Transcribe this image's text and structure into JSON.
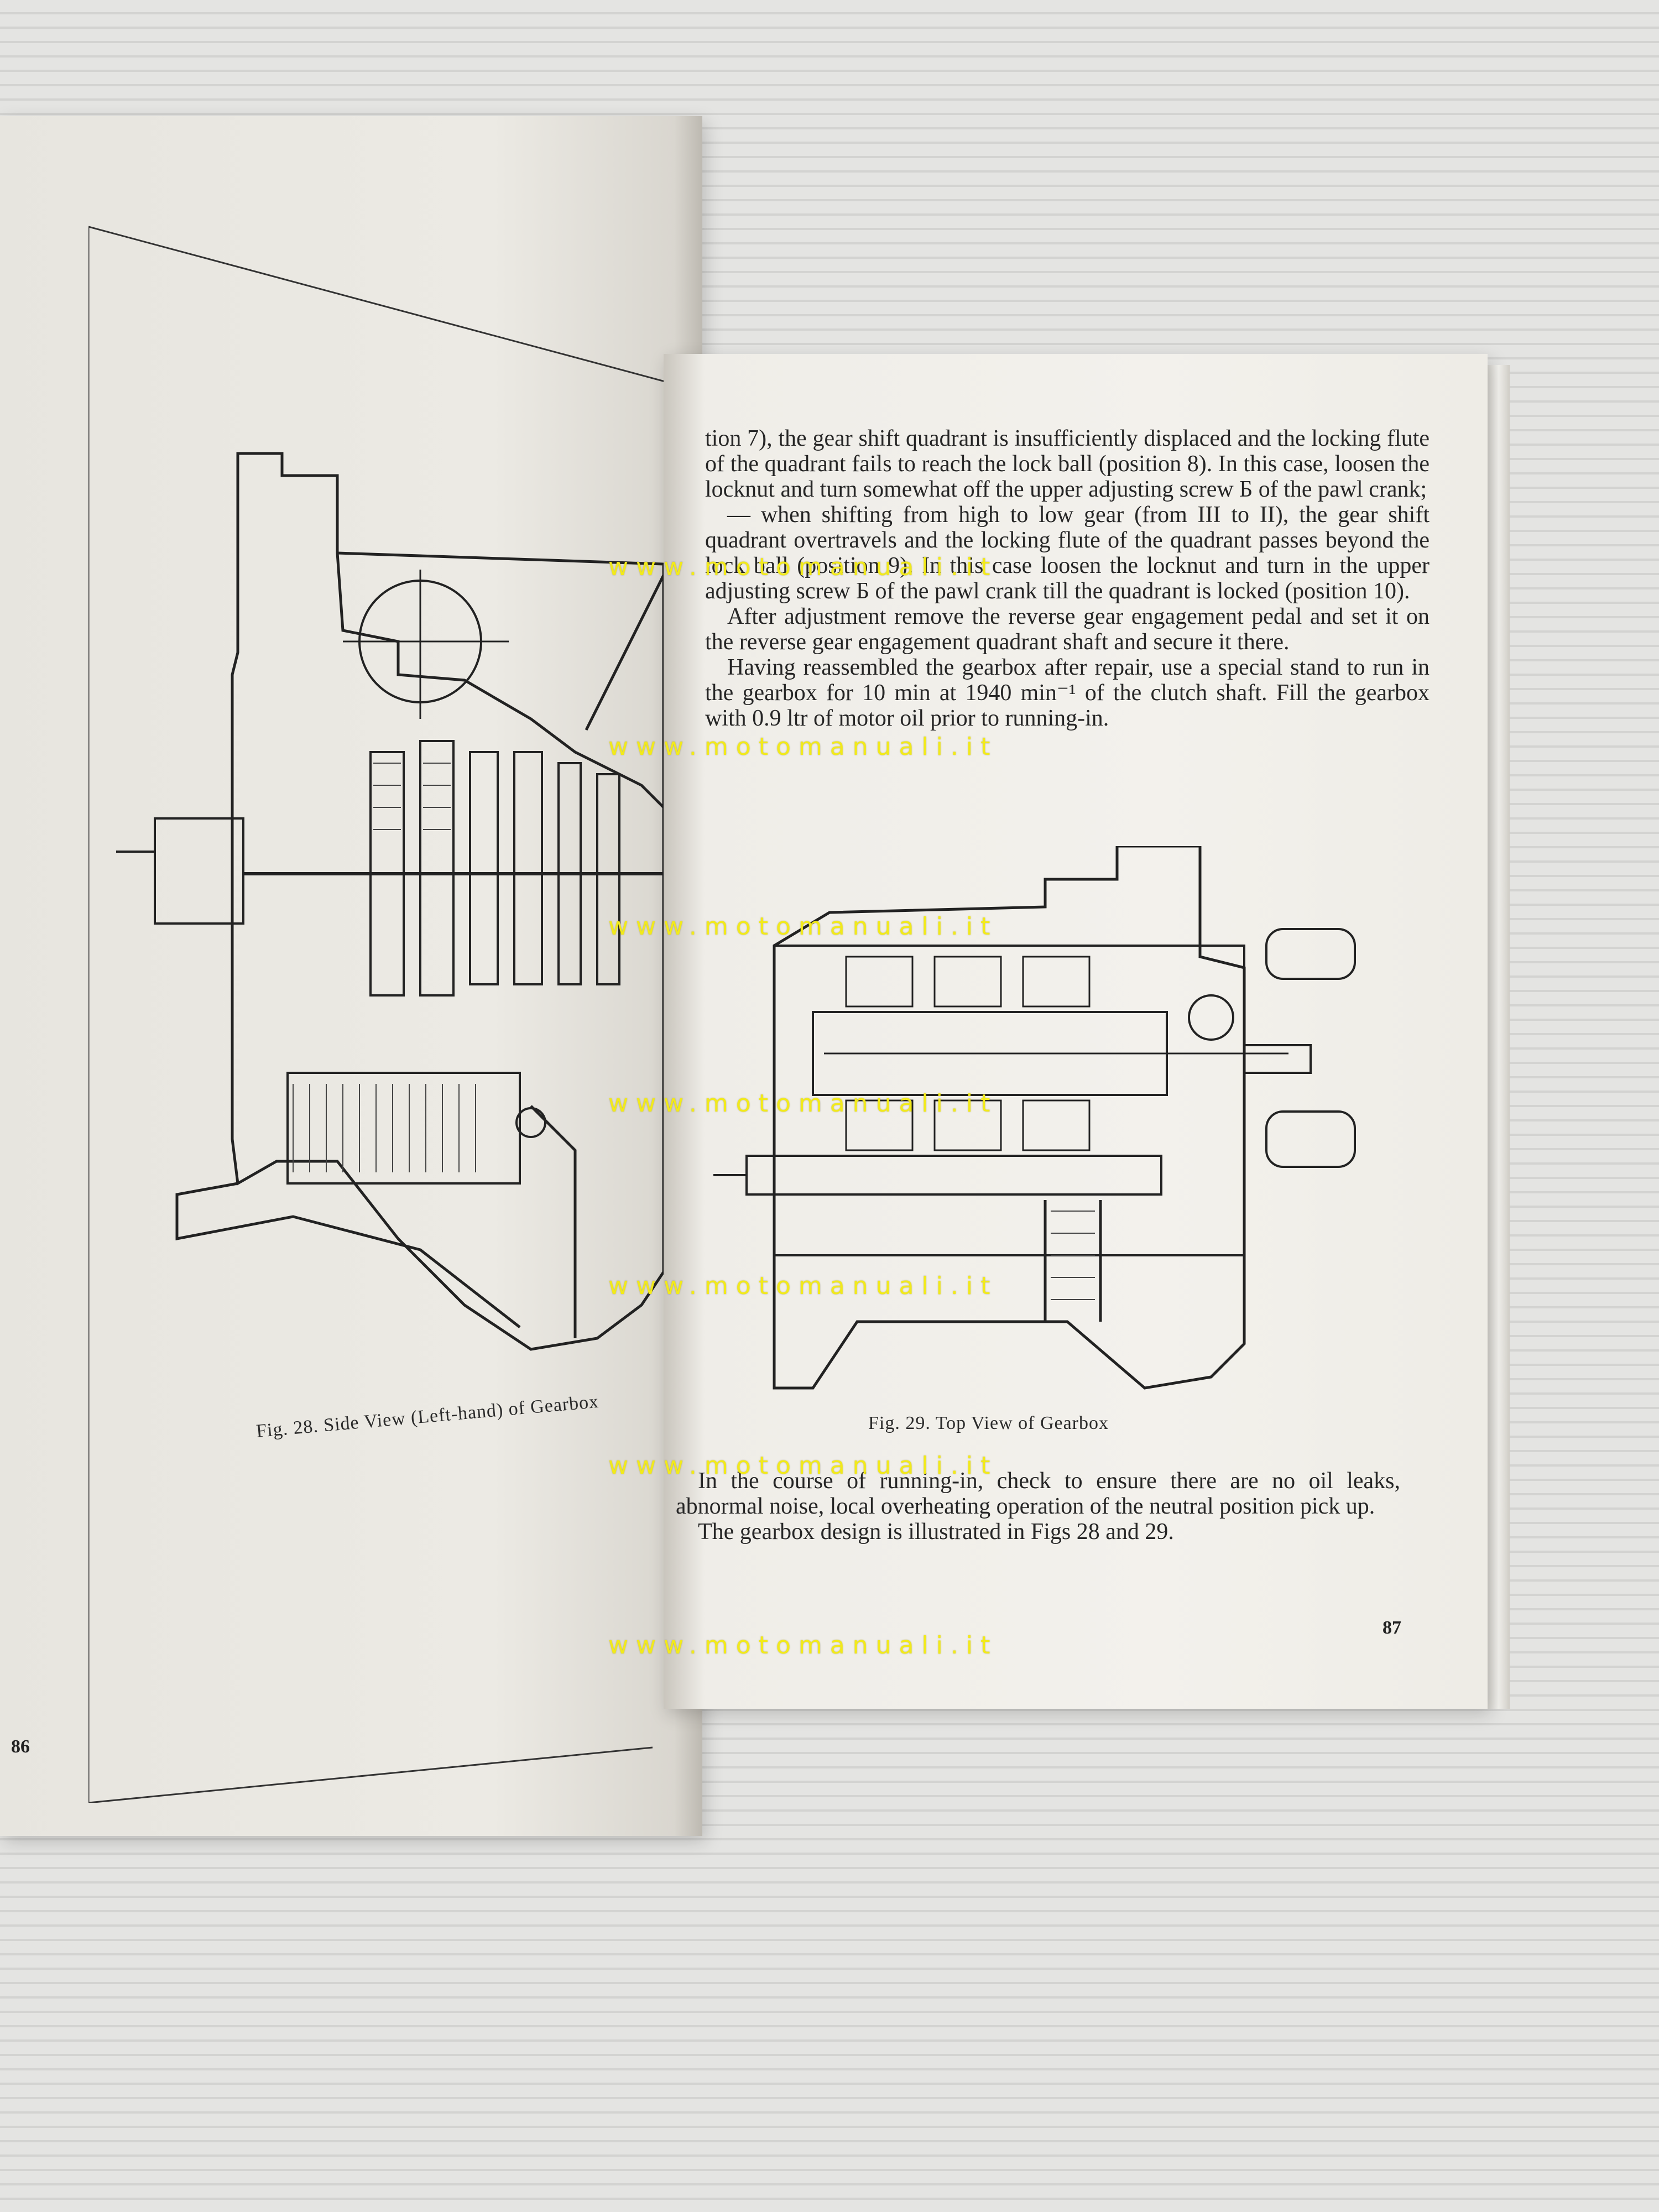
{
  "left_page": {
    "figure_caption": "Fig. 28. Side View (Left-hand) of Gearbox",
    "page_number": "86"
  },
  "right_page": {
    "paragraphs": [
      "tion 7), the gear shift quadrant is insufficiently displaced and the locking flute of the quadrant fails to reach the lock ball (position 8). In this case, loosen the locknut and turn somewhat off the upper adjusting screw Б of the pawl crank;",
      "— when shifting from high to low gear (from III to II), the gear shift quadrant overtravels and the locking flute of the quadrant passes beyond the lock ball (position 9). In this case loosen the locknut and turn in the upper adjusting screw Б of the pawl crank till the quadrant is locked (position 10).",
      "After adjustment remove the reverse gear engagement pedal and set it on the reverse gear engagement quadrant shaft and secure it there.",
      "Having reassembled the gearbox after repair, use a special stand to run in the gearbox for 10 min at 1940 min⁻¹ of the clutch shaft. Fill the gearbox with 0.9 ltr of motor oil prior to running-in."
    ],
    "figure_caption": "Fig. 29. Top View of Gearbox",
    "closing_paragraphs": [
      "In the course of running-in, check to ensure there are no oil leaks, abnormal noise, local overheating operation of the neutral position pick up.",
      "The gearbox design is illustrated in Figs 28 and 29."
    ],
    "page_number": "87"
  },
  "watermark": {
    "text": "www.motomanuali.it",
    "color": "#f2ea1a"
  },
  "colors": {
    "ink": "#262626",
    "paper_left": "#eceae4",
    "paper_right": "#f3f1ec"
  }
}
